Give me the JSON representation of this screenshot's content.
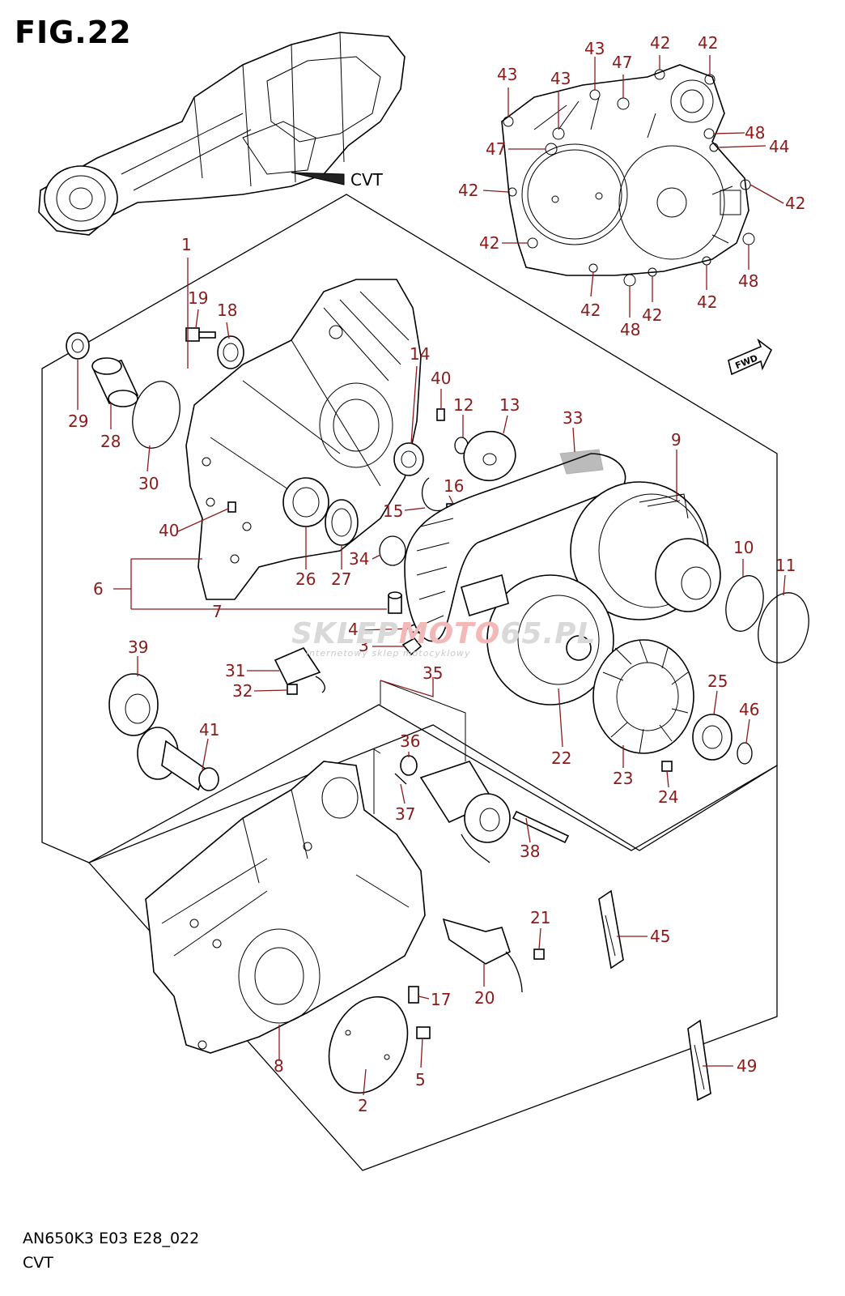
{
  "figure": {
    "title": "FIG.22",
    "model_code": "AN650K3 E03 E28_022",
    "name": "CVT",
    "overview_label": "CVT",
    "fwd_label": "FWD"
  },
  "watermark": {
    "part_a": "SKLEP",
    "part_b": "MOTO",
    "part_c": "65.PL",
    "tagline": "internetowy sklep motocyklowy"
  },
  "callouts": [
    {
      "id": "c-1",
      "label": "1"
    },
    {
      "id": "c-2",
      "label": "2"
    },
    {
      "id": "c-3",
      "label": "3"
    },
    {
      "id": "c-4",
      "label": "4"
    },
    {
      "id": "c-5",
      "label": "5"
    },
    {
      "id": "c-6",
      "label": "6"
    },
    {
      "id": "c-7",
      "label": "7"
    },
    {
      "id": "c-8",
      "label": "8"
    },
    {
      "id": "c-9",
      "label": "9"
    },
    {
      "id": "c-10",
      "label": "10"
    },
    {
      "id": "c-11",
      "label": "11"
    },
    {
      "id": "c-12",
      "label": "12"
    },
    {
      "id": "c-13",
      "label": "13"
    },
    {
      "id": "c-14",
      "label": "14"
    },
    {
      "id": "c-15",
      "label": "15"
    },
    {
      "id": "c-16",
      "label": "16"
    },
    {
      "id": "c-17",
      "label": "17"
    },
    {
      "id": "c-18",
      "label": "18"
    },
    {
      "id": "c-19",
      "label": "19"
    },
    {
      "id": "c-20",
      "label": "20"
    },
    {
      "id": "c-21",
      "label": "21"
    },
    {
      "id": "c-22",
      "label": "22"
    },
    {
      "id": "c-23",
      "label": "23"
    },
    {
      "id": "c-24",
      "label": "24"
    },
    {
      "id": "c-25",
      "label": "25"
    },
    {
      "id": "c-26",
      "label": "26"
    },
    {
      "id": "c-27",
      "label": "27"
    },
    {
      "id": "c-28",
      "label": "28"
    },
    {
      "id": "c-29",
      "label": "29"
    },
    {
      "id": "c-30",
      "label": "30"
    },
    {
      "id": "c-31",
      "label": "31"
    },
    {
      "id": "c-32",
      "label": "32"
    },
    {
      "id": "c-33",
      "label": "33"
    },
    {
      "id": "c-34",
      "label": "34"
    },
    {
      "id": "c-35",
      "label": "35"
    },
    {
      "id": "c-36",
      "label": "36"
    },
    {
      "id": "c-37",
      "label": "37"
    },
    {
      "id": "c-38",
      "label": "38"
    },
    {
      "id": "c-39",
      "label": "39"
    },
    {
      "id": "c-40a",
      "label": "40"
    },
    {
      "id": "c-40b",
      "label": "40"
    },
    {
      "id": "c-41",
      "label": "41"
    },
    {
      "id": "c-42a",
      "label": "42"
    },
    {
      "id": "c-42b",
      "label": "42"
    },
    {
      "id": "c-42c",
      "label": "42"
    },
    {
      "id": "c-42d",
      "label": "42"
    },
    {
      "id": "c-42e",
      "label": "42"
    },
    {
      "id": "c-42f",
      "label": "42"
    },
    {
      "id": "c-42g",
      "label": "42"
    },
    {
      "id": "c-42h",
      "label": "42"
    },
    {
      "id": "c-42i",
      "label": "42"
    },
    {
      "id": "c-43a",
      "label": "43"
    },
    {
      "id": "c-43b",
      "label": "43"
    },
    {
      "id": "c-43c",
      "label": "43"
    },
    {
      "id": "c-44",
      "label": "44"
    },
    {
      "id": "c-45",
      "label": "45"
    },
    {
      "id": "c-46",
      "label": "46"
    },
    {
      "id": "c-47a",
      "label": "47"
    },
    {
      "id": "c-47b",
      "label": "47"
    },
    {
      "id": "c-48a",
      "label": "48"
    },
    {
      "id": "c-48b",
      "label": "48"
    },
    {
      "id": "c-48c",
      "label": "48"
    },
    {
      "id": "c-49",
      "label": "49"
    }
  ],
  "colors": {
    "callout": "#8b1a1a",
    "line": "#000000",
    "watermark_red": "#f3b9b9",
    "watermark_grey": "#d9d9d9"
  }
}
